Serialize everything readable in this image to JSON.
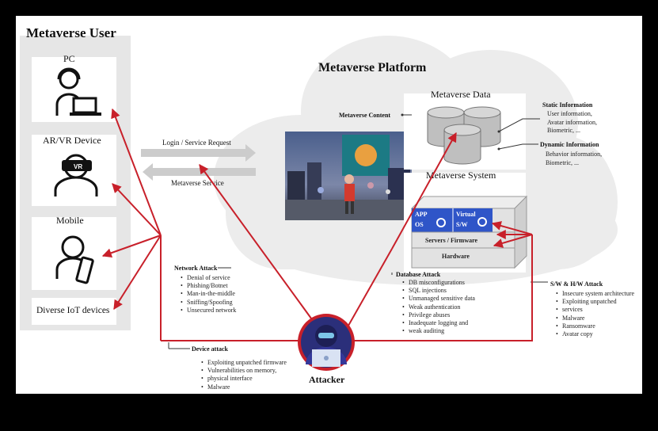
{
  "user_panel": {
    "title": "Metaverse User",
    "devices": [
      {
        "label": "PC",
        "icon": "pc-user-icon"
      },
      {
        "label": "AR/VR Device",
        "icon": "vr-headset-user-icon"
      },
      {
        "label": "Mobile",
        "icon": "mobile-user-icon"
      },
      {
        "label": "Diverse IoT devices",
        "icon": "iot-devices"
      }
    ]
  },
  "flows": {
    "request": "Login / Service Request",
    "service": "Metaverse Service"
  },
  "platform": {
    "title": "Metaverse Platform",
    "content_label": "Metaverse Content",
    "data_title": "Metaverse Data",
    "system_title": "Metaverse System",
    "stack": {
      "app": "APP",
      "os": "OS",
      "virtual": "Virtual",
      "sw": "S/W",
      "servers": "Servers / Firmware",
      "hardware": "Hardware"
    }
  },
  "data_info": {
    "static_title": "Static Information",
    "static_items": [
      "User information,",
      "Avatar information,",
      "Biometric, ..."
    ],
    "dynamic_title": "Dynamic Information",
    "dynamic_items": [
      "Behavior information,",
      "Biometric, ..."
    ]
  },
  "attacks": {
    "network": {
      "title": "Network Attack",
      "items": [
        "Denial of service",
        "Phishing/Botnet",
        "Man-in-the-middle",
        "Sniffing/Spoofing",
        "Unsecured network"
      ]
    },
    "database": {
      "title": "Database Attack",
      "items": [
        "DB misconfigurations",
        "SQL injections",
        "Unmanaged sensitive data",
        "Weak authentication",
        "Privilege abuses",
        "Inadequate logging and",
        "weak auditing"
      ]
    },
    "swhw": {
      "title": "S/W & H/W Attack",
      "items": [
        "Insecure system architecture",
        "Exploiting unpatched",
        "services",
        "Malware",
        "Ransomware",
        "Avatar copy"
      ]
    },
    "device": {
      "title": "Device attack",
      "items": [
        "Exploiting unpatched firmware",
        "Vulnerabilities on memory,",
        "physical interface",
        "Malware"
      ]
    }
  },
  "attacker": {
    "label": "Attacker"
  },
  "colors": {
    "attack_line": "#c8202a",
    "stack_blue": "#2f55c8",
    "panel_gray": "#e6e6e6",
    "cloud": "#ececec"
  }
}
